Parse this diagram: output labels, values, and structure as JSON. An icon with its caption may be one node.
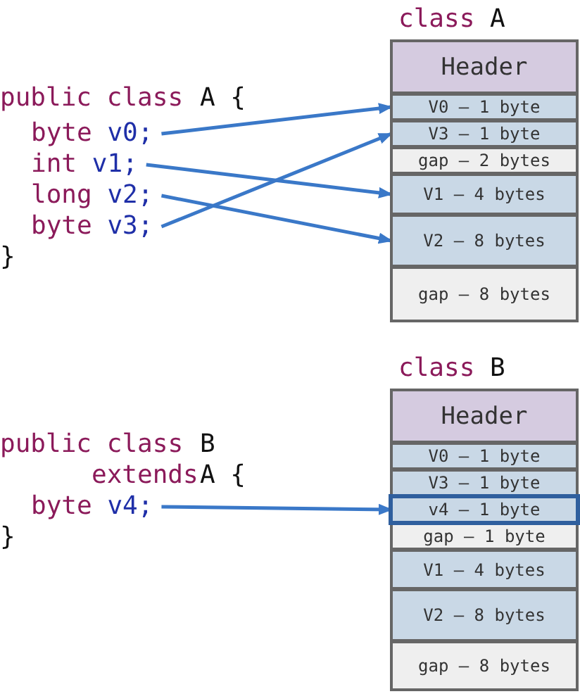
{
  "diagram": {
    "nodes": [
      {
        "text": [
          "class",
          "A"
        ]
      },
      {
        "text": [
          "Header"
        ],
        "in": 0
      },
      {
        "text": [
          "V0 – 1 byte"
        ],
        "in": 0
      },
      {
        "text": [
          "V3 – 1 byte"
        ],
        "in": 0
      },
      {
        "text": [
          "gap – 2 bytes"
        ],
        "in": 0
      },
      {
        "text": [
          "V1 – 4 bytes"
        ],
        "in": 0
      },
      {
        "text": [
          "V2 – 8 bytes"
        ],
        "in": 0
      },
      {
        "text": [
          "gap – 8 bytes"
        ],
        "in": 0
      },
      {
        "text": [
          "byte",
          "v0;"
        ]
      },
      {
        "text": [
          "int",
          "v1;"
        ]
      },
      {
        "text": [
          "long",
          "v2;"
        ]
      },
      {
        "text": [
          "byte",
          "v3;"
        ]
      },
      {
        "text": [
          "class",
          "B"
        ]
      },
      {
        "text": [
          "Header"
        ],
        "in": 12
      },
      {
        "text": [
          "V0 – 1 byte"
        ],
        "in": 12
      },
      {
        "text": [
          "V3 – 1 byte"
        ],
        "in": 12
      },
      {
        "text": [
          "v4 – 1 byte"
        ],
        "in": 12
      },
      {
        "text": [
          "gap – 1 byte"
        ],
        "in": 12
      },
      {
        "text": [
          "V1 – 4 bytes"
        ],
        "in": 12
      },
      {
        "text": [
          "V2 – 8 bytes"
        ],
        "in": 12
      },
      {
        "text": [
          "gap – 8 bytes"
        ],
        "in": 12
      },
      {
        "text": [
          "byte",
          "v4;"
        ]
      }
    ],
    "edges": [
      {
        "from": 8,
        "to": 2,
        "arrow": "to"
      },
      {
        "from": 9,
        "to": 5,
        "arrow": "to"
      },
      {
        "from": 10,
        "to": 6,
        "arrow": "to"
      },
      {
        "from": 11,
        "to": 3,
        "arrow": "to"
      },
      {
        "from": 21,
        "to": 16,
        "arrow": "to"
      }
    ],
    "labels": [
      "public class",
      "A {",
      "}",
      "public class",
      "B",
      "extends",
      "A {",
      "}"
    ]
  }
}
